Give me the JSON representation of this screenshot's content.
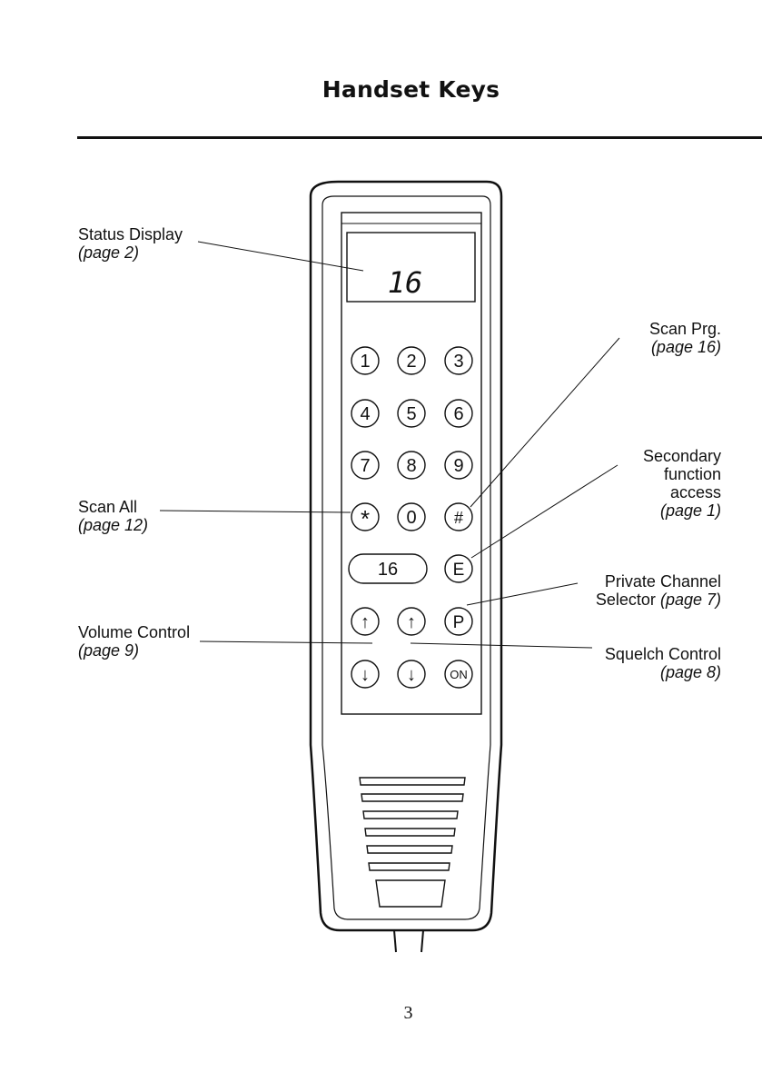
{
  "page_title": "Handset Keys",
  "display_text": "16",
  "keys": {
    "row1": [
      "1",
      "2",
      "3"
    ],
    "row2": [
      "4",
      "5",
      "6"
    ],
    "row3": [
      "7",
      "8",
      "9"
    ],
    "row4": [
      "*",
      "0",
      "#"
    ],
    "channel_key": "16",
    "e_key": "E",
    "p_key": "P",
    "on_key": "ON",
    "up": "↑",
    "down": "↓"
  },
  "callouts": {
    "status_display": {
      "label": "Status Display",
      "page": "(page 2)"
    },
    "scan_all": {
      "label": "Scan All",
      "page": "(page 12)"
    },
    "volume_control": {
      "label": "Volume Control",
      "page": "(page 9)"
    },
    "scan_prg": {
      "label": "Scan Prg.",
      "page": "(page 16)"
    },
    "secondary_function": {
      "line1": "Secondary",
      "line2": "function",
      "line3": "access",
      "page": "(page 1)"
    },
    "private_channel": {
      "line1": "Private Channel",
      "line2": "Selector",
      "page": "(page 7)"
    },
    "squelch_control": {
      "label": "Squelch Control",
      "page": "(page 8)"
    }
  },
  "page_number": "3"
}
